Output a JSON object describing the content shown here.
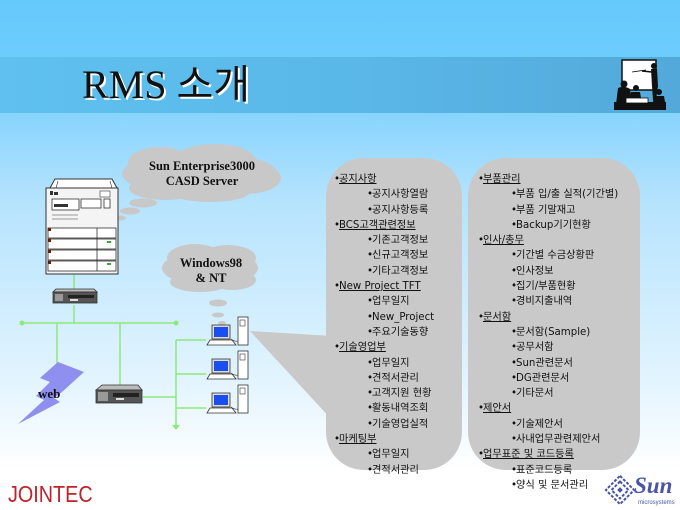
{
  "header": {
    "title": "RMS 소개",
    "presenter_icon": "presenter-icon"
  },
  "diagram": {
    "server_cloud": {
      "line1": "Sun Enterprise3000",
      "line2": "CASD Server"
    },
    "client_cloud": {
      "line1": "Windows98",
      "line2": "& NT"
    },
    "web_label": "web",
    "colors": {
      "network_line": "#8ee87a",
      "lightning": "#8f8ff0",
      "cloud": "#c8c8c8",
      "panel": "#c9c9c9",
      "screen": "#1a4ef0"
    }
  },
  "menu_left": [
    {
      "label": "공지사항",
      "items": [
        "공지사항열람",
        "공지사항등록"
      ]
    },
    {
      "label": "BCS고객관련정보",
      "items": [
        "기존고객정보",
        "신규고객정보",
        "기타고객정보"
      ]
    },
    {
      "label": "New Project TFT",
      "items": [
        "업무일지",
        "New_Project",
        "주요기술동향"
      ]
    },
    {
      "label": "기술영업부",
      "items": [
        "업무일지",
        "견적서관리",
        "고객지원 현황",
        "활동내역조회",
        "기술영업실적"
      ]
    },
    {
      "label": "마케팅부",
      "items": [
        "업무일지",
        "견적서관리"
      ]
    }
  ],
  "menu_right": [
    {
      "label": "부품관리",
      "items": [
        "부품 입/출 실적(기간별)",
        "부품 기말재고",
        "Backup기기현황"
      ]
    },
    {
      "label": "인사/총무",
      "items": [
        "기간별 수금상황판",
        "인사정보",
        "집기/부품현황",
        "경비지출내역"
      ]
    },
    {
      "label": "문서함",
      "items": [
        "문서함(Sample)",
        "공무서함",
        "Sun관련문서",
        "DG관련문서",
        "기타문서"
      ]
    },
    {
      "label": "제안서",
      "items": [
        "기술제안서",
        "사내업무관련제안서"
      ]
    },
    {
      "label": "업무표준 및 코드등록",
      "items": [
        "표준코드등록",
        "양식 및 문서관리"
      ]
    }
  ],
  "footer": {
    "left_logo": "JOINTEC",
    "right_logo": "Sun",
    "right_logo_sub": "microsystems",
    "left_logo_color": "#c0222a",
    "right_logo_color": "#4a55a5"
  }
}
